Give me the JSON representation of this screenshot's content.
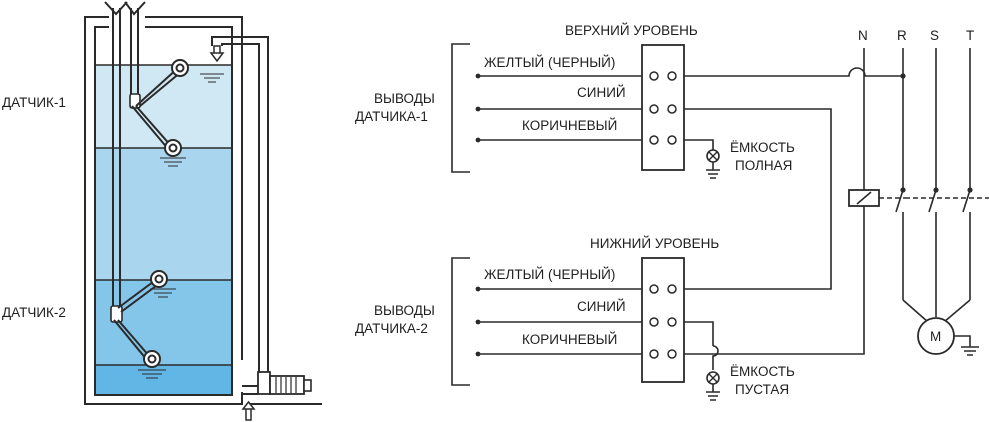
{
  "tank": {
    "sensor1": "ДАТЧИК-1",
    "sensor2": "ДАТЧИК-2"
  },
  "upper": {
    "title": "ВЕРХНИЙ УРОВЕНЬ",
    "group": [
      "ВЫВОДЫ",
      "ДАТЧИКА-1"
    ],
    "wires": [
      "ЖЕЛТЫЙ (ЧЕРНЫЙ)",
      "СИНИЙ",
      "КОРИЧНЕВЫЙ"
    ],
    "lamp": [
      "ЁМКОСТЬ",
      "ПОЛНАЯ"
    ]
  },
  "lower": {
    "title": "НИЖНИЙ УРОВЕНЬ",
    "group": [
      "ВЫВОДЫ",
      "ДАТЧИКА-2"
    ],
    "wires": [
      "ЖЕЛТЫЙ (ЧЕРНЫЙ)",
      "СИНИЙ",
      "КОРИЧНЕВЫЙ"
    ],
    "lamp": [
      "ЁМКОСТЬ",
      "ПУСТАЯ"
    ]
  },
  "phases": [
    "N",
    "R",
    "S",
    "T"
  ],
  "motor": "M",
  "colors": {
    "water_light": "#cfe8f4",
    "water_mid": "#a9d6ee",
    "water_deep": "#84c6ea",
    "water_bottom": "#62b6e6",
    "line": "#2a2a2a"
  }
}
